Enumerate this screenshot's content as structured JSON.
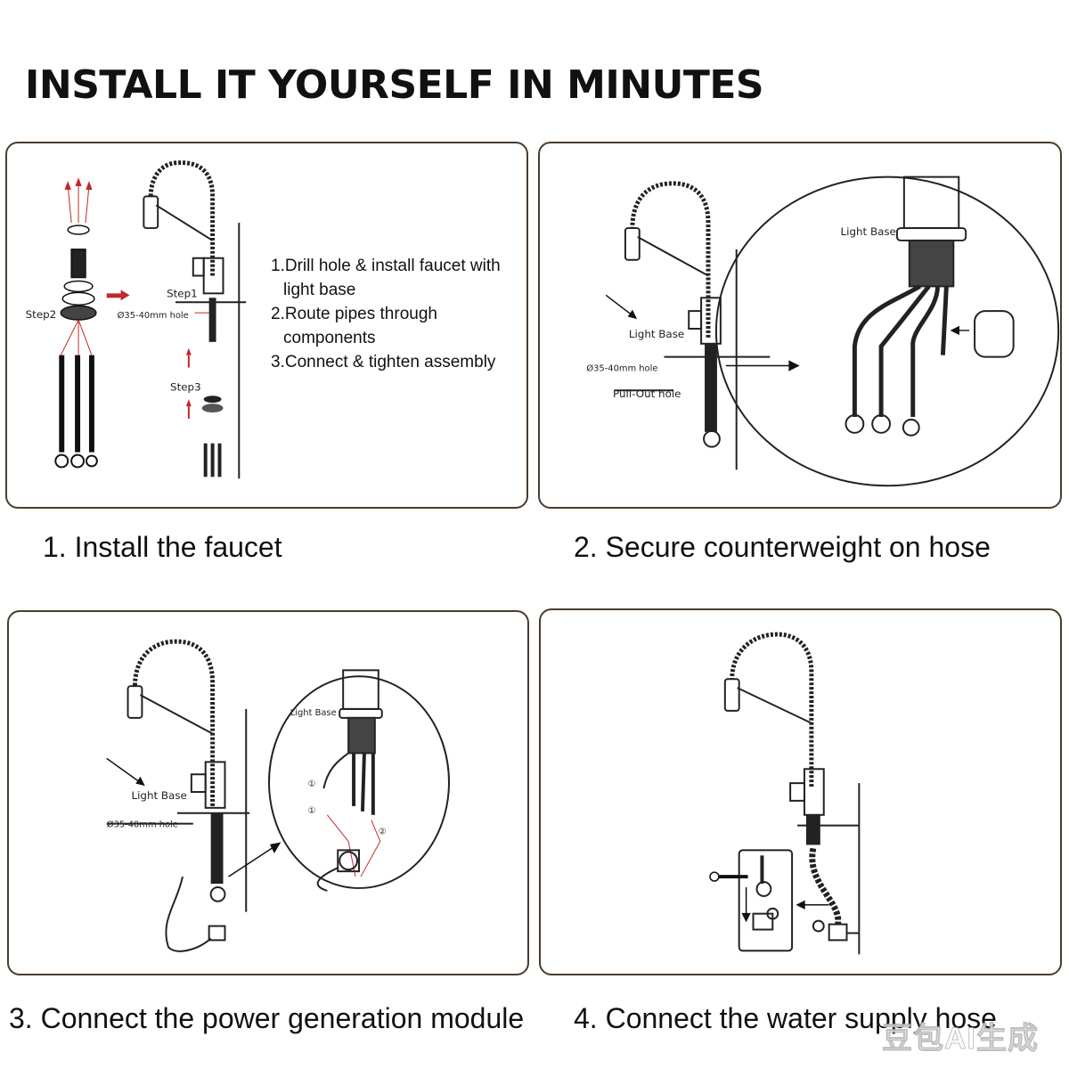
{
  "header": {
    "title": "INSTALL IT YOURSELF IN MINUTES"
  },
  "panel1": {
    "caption": "1. Install the faucet",
    "steps": [
      {
        "line1": "1.Drill hole & install faucet with",
        "line2": "light base"
      },
      {
        "line1": "2.Route pipes through",
        "line2": "components"
      },
      {
        "line1": "3.Connect & tighten assembly"
      }
    ],
    "labels": {
      "step1": "Step1",
      "step2": "Step2",
      "step3": "Step3",
      "hole": "Ø35-40mm hole"
    }
  },
  "panel2": {
    "caption": "2. Secure counterweight on hose",
    "labels": {
      "light_base": "Light Base",
      "light_base_zoom": "Light Base",
      "hole": "Ø35-40mm hole",
      "pullout": "Pull-Out hole"
    }
  },
  "panel3": {
    "caption": "3. Connect the power generation module",
    "labels": {
      "light_base": "Light Base",
      "light_base_zoom": "Light Base",
      "hole": "Ø35-40mm hole",
      "n1": "①",
      "n2": "②"
    }
  },
  "panel4": {
    "caption": "4. Connect the water supply hose"
  },
  "watermark": "豆包AI生成",
  "colors": {
    "border": "#4a3c30",
    "accent_red": "#c0282a",
    "ink": "#111111"
  }
}
